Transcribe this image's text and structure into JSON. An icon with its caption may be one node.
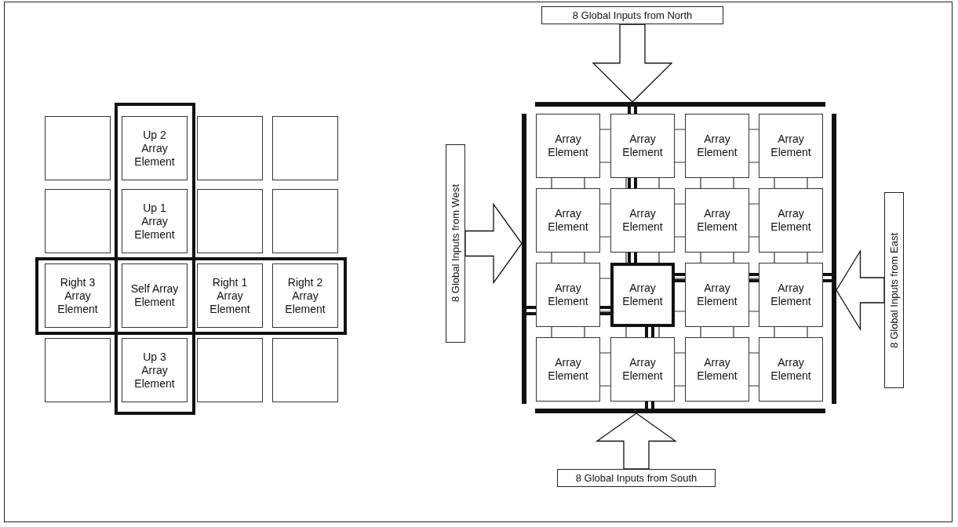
{
  "diagram": {
    "nodes": [
      {
        "text": [],
        "shape": "box"
      },
      {
        "text": [
          "Up 2 Array Element"
        ]
      },
      {
        "text": [],
        "shape": "box"
      },
      {
        "text": [],
        "shape": "box"
      },
      {
        "text": [],
        "shape": "box"
      },
      {
        "text": [
          "Up 1 Array Element"
        ]
      },
      {
        "text": [],
        "shape": "box"
      },
      {
        "text": [],
        "shape": "box"
      },
      {
        "text": [
          "Right 3 Array Element"
        ]
      },
      {
        "text": [
          "Self Array Element"
        ]
      },
      {
        "text": [
          "Right 1 Array Element"
        ]
      },
      {
        "text": [
          "Right 2 Array Element"
        ]
      },
      {
        "text": [],
        "shape": "box"
      },
      {
        "text": [
          "Up 3 Array Element"
        ]
      },
      {
        "text": [],
        "shape": "box"
      },
      {
        "text": [],
        "shape": "box"
      },
      {
        "text": [
          "8 Global Inputs from North"
        ]
      },
      {
        "text": [],
        "shape": "bar"
      },
      {
        "text": [
          "8 Global Inputs from West"
        ]
      },
      {
        "text": [],
        "shape": "bar"
      },
      {
        "text": [
          "Array Element"
        ]
      },
      {
        "text": [
          "Array Element"
        ]
      },
      {
        "text": [
          "Array Element"
        ]
      },
      {
        "text": [
          "Array Element"
        ]
      },
      {
        "text": [
          "Array Element"
        ]
      },
      {
        "text": [
          "Array Element"
        ]
      },
      {
        "text": [
          "Array Element"
        ]
      },
      {
        "text": [
          "Array Element"
        ]
      },
      {
        "text": [
          "Array Element"
        ]
      },
      {
        "text": [
          "Array Element"
        ]
      },
      {
        "text": [
          "Array Element"
        ]
      },
      {
        "text": [
          "Array Element"
        ]
      },
      {
        "text": [
          "Array Element"
        ]
      },
      {
        "text": [
          "Array Element"
        ]
      },
      {
        "text": [
          "Array Element"
        ]
      },
      {
        "text": [
          "Array Element"
        ]
      },
      {
        "text": [],
        "shape": "bar"
      },
      {
        "text": [
          "8 Global Inputs from East"
        ]
      },
      {
        "text": [],
        "shape": "bar"
      },
      {
        "text": [
          "8 Global Inputs from South"
        ]
      }
    ],
    "edges": [
      {
        "from": 16,
        "to": 17,
        "arrow": "to"
      },
      {
        "from": 18,
        "to": 19,
        "arrow": "to"
      },
      {
        "from": 37,
        "to": 36,
        "arrow": "to"
      },
      {
        "from": 39,
        "to": 38,
        "arrow": "to"
      }
    ]
  }
}
